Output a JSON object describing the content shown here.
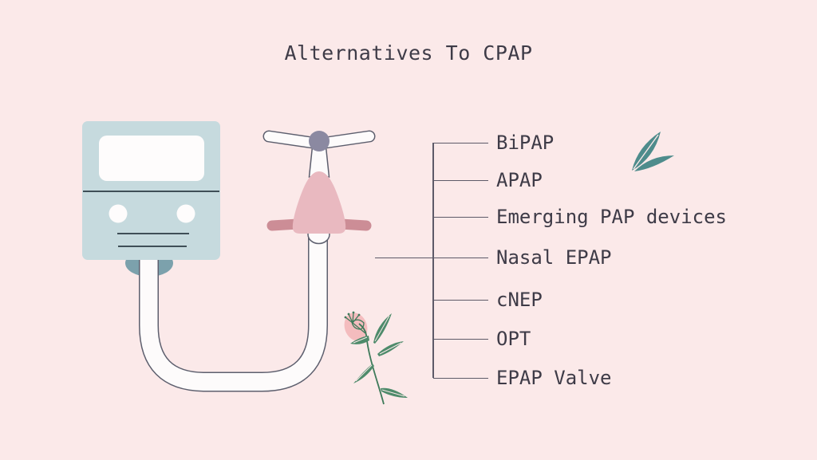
{
  "title": "Alternatives To CPAP",
  "list": {
    "items": [
      {
        "label": "BiPAP"
      },
      {
        "label": "APAP"
      },
      {
        "label": "Emerging PAP devices"
      },
      {
        "label": "Nasal EPAP"
      },
      {
        "label": "cNEP"
      },
      {
        "label": "OPT"
      },
      {
        "label": "EPAP Valve"
      }
    ]
  },
  "illustration": {
    "machine": "cpap-machine with screen, two round buttons and vent lines",
    "tube": "white air tube connecting machine outlet to nasal mask",
    "mask": "pink nasal mask with headgear wings, knob and side straps"
  },
  "icons": {
    "leaf": "leaf-decoration-icon",
    "flower": "flower-decoration-icon"
  },
  "colors": {
    "background": "#fbe9e9",
    "text": "#3e3b47",
    "connector_line": "#5d5a68",
    "machine_body": "#c6dade",
    "machine_screen": "#fefcfc",
    "machine_detail": "#3f4e57",
    "machine_outlet": "#7ca1ac",
    "tube_fill": "#fdfbfb",
    "tube_outline": "#5d5f6e",
    "mask_body": "#e9b9c0",
    "mask_strap": "#cc8d96",
    "mask_knob": "#8b89a1",
    "leaf_teal": "#4e8c8c",
    "flower_green": "#3e7a5a",
    "flower_leaf_green": "#4e8b6b",
    "flower_pink": "#f4bcbe"
  }
}
